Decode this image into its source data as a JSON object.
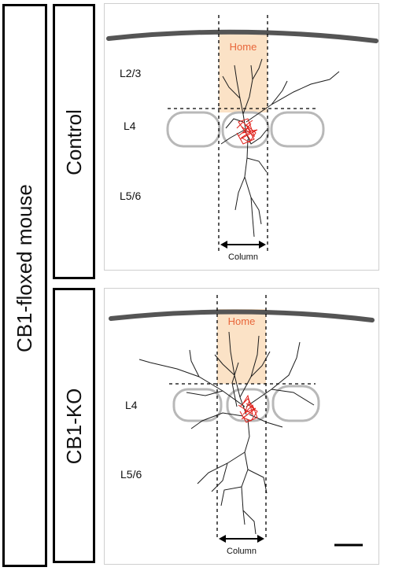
{
  "outer_label": "CB1-floxed mouse",
  "panels": [
    {
      "condition_label": "Control",
      "home_label": "Home",
      "layer_labels": [
        "L2/3",
        "L4",
        "L5/6"
      ],
      "column_label": "Column"
    },
    {
      "condition_label": "CB1-KO",
      "home_label": "Home",
      "layer_labels": [
        "L4",
        "L5/6"
      ],
      "column_label": "Column"
    }
  ],
  "colors": {
    "home_fill": "#fbe2c6",
    "home_text": "#e8663a",
    "pia": "#555555",
    "barrel": "#b8b8b8",
    "dendrite": "#1c1c1c",
    "axon_red": "#e0201a"
  }
}
